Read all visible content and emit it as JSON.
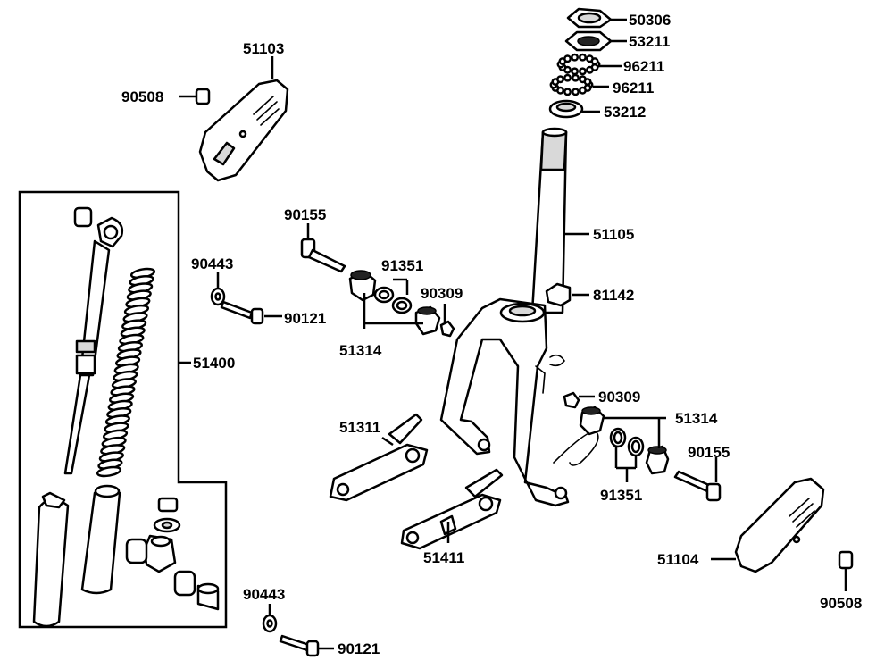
{
  "diagram": {
    "labels": {
      "p50306": "50306",
      "p53211": "53211",
      "p96211_a": "96211",
      "p96211_b": "96211",
      "p53212": "53212",
      "p51103": "51103",
      "p90508_a": "90508",
      "p90155_a": "90155",
      "p91351_a": "91351",
      "p90309_a": "90309",
      "p51314_a": "51314",
      "p51105": "51105",
      "p81142": "81142",
      "p90443_a": "90443",
      "p90121_a": "90121",
      "p51400": "51400",
      "p90309_b": "90309",
      "p51314_b": "51314",
      "p51311": "51311",
      "p90155_b": "90155",
      "p91351_b": "91351",
      "p51411": "51411",
      "p51104": "51104",
      "p90508_b": "90508",
      "p90443_b": "90443",
      "p90121_b": "90121"
    }
  }
}
